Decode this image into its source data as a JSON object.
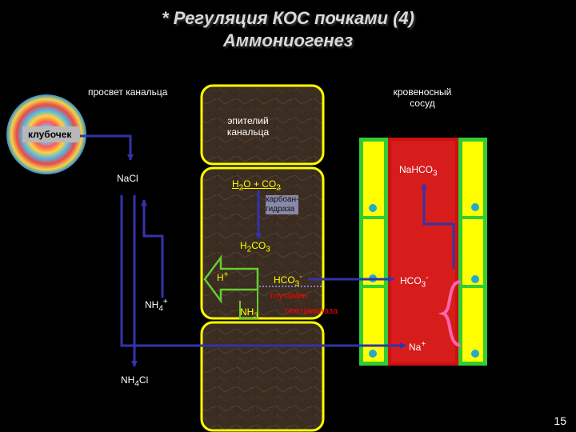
{
  "title": {
    "line1": "* Регуляция КОС почками (4)",
    "line2": "Аммониогенез"
  },
  "labels": {
    "lumen": "просвет канальца",
    "glomerulus": "клубочек",
    "epithelium_line1": "эпителий",
    "epithelium_line2": "канальца",
    "vessel_line1": "кровеносный",
    "vessel_line2": "сосуд",
    "nacl": "NaCl",
    "nh4": "NH",
    "nh4_sup": "4",
    "nh4_charge": "+",
    "nh4cl": "NH",
    "nh4cl_sub": "4",
    "nh4cl_tail": "Cl",
    "h2o_co2": "H",
    "h2o_co2_sub": "2",
    "h2o_co2_mid": "O + CO",
    "h2o_co2_sub2": "2",
    "carbonic_anhydrase_line1": "карбоан-",
    "carbonic_anhydrase_line2": "гидраза",
    "h2co3": "H",
    "h2co3_sub1": "2",
    "h2co3_mid": "CO",
    "h2co3_sub2": "3",
    "h_plus": "H",
    "h_plus_sup": "+",
    "hco3_cell": "HCO",
    "hco3_cell_sub": "3",
    "hco3_cell_sup": "-",
    "glutamine": "глутамин",
    "nh3": "NH",
    "nh3_sub": "3",
    "glutaminase": "глютаминаза",
    "nahco3": "NaHCO",
    "nahco3_sub": "3",
    "hco3_blood": "HCO",
    "hco3_blood_sub": "3",
    "hco3_blood_sup": "-",
    "na_plus": "Na",
    "na_plus_sup": "+"
  },
  "page_number": "15",
  "colors": {
    "background": "#000000",
    "arrow": "#3333aa",
    "cell_border": "#ffff00",
    "vessel_border": "#33cc33",
    "vessel_blood": "#cc1111",
    "cell_fill": "#3a2c20",
    "brace": "#ff66aa",
    "h_arrow": "#66cc33",
    "nucleus": "#22aacc"
  }
}
